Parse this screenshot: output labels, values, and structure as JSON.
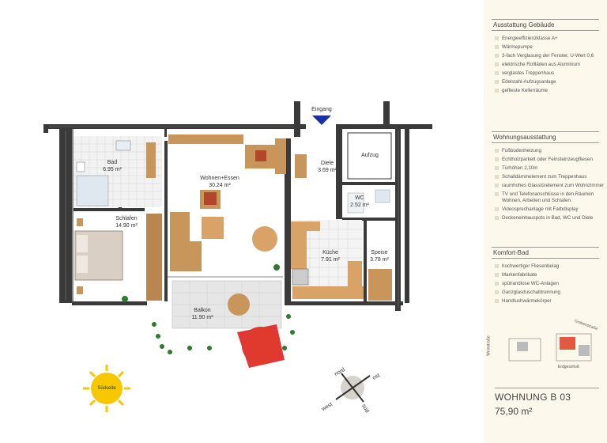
{
  "plan": {
    "entrance": "Eingang",
    "rooms": {
      "bad_name": "Bad",
      "bad_area": "6.95 m²",
      "wohnen_name": "Wohnen+Essen",
      "wohnen_area": "30.24 m²",
      "diele_name": "Diele",
      "diele_area": "3.69 m²",
      "aufzug_name": "Aufzug",
      "wc_name": "WC",
      "wc_area": "2.52 m²",
      "schlafen_name": "Schlafen",
      "schlafen_area": "14.90 m²",
      "kueche_name": "Küche",
      "kueche_area": "7.91 m²",
      "speise_name": "Speise",
      "speise_area": "3.78 m²",
      "balkon_name": "Balkon",
      "balkon_area": "11.90 m²"
    },
    "sun_label": "Südseite",
    "compass": {
      "n": "nord",
      "o": "ost",
      "s": "süd",
      "w": "west"
    }
  },
  "sidebar": {
    "gebaeude": {
      "title": "Ausstattung Gebäude",
      "items": [
        "Energieeffizienzklasse A+",
        "Wärmepumpe",
        "3-fach Verglasung der Fenster, U-Wert 0,6",
        "elektrische Rollläden aus Aluminium",
        "verglastes Treppenhaus",
        "Edelstahl-Aufzugsanlage",
        "geflieste Kellerräume"
      ]
    },
    "wohnung": {
      "title": "Wohnungsausstattung",
      "items": [
        "Fußbodenheizung",
        "Echtholzparkett oder Feinsteinzeugfliesen",
        "Türhöhen 2,10m",
        "Schalldämmelement zum Treppenhaus",
        "raumhohes Glasstürelement zum Wohnzimmer",
        "TV und Telefonanschlüsse in den Räumen Wohnen, Arbeiten und Schlafen",
        "Videosprechanlage mit Farbdisplay",
        "Deckeneinbauspots in Bad, WC und Diele"
      ]
    },
    "bad": {
      "title": "Komfort-Bad",
      "items": [
        "hochwertiger Fliesenbelag",
        "Markenfabrikate",
        "spülrandlose WC-Anlagen",
        "Ganzglasduschabtrennung",
        "Handtuchwärmekörper"
      ]
    },
    "keyplan": {
      "street1": "Weinstraße",
      "street2": "Grabenstraße",
      "floor": "Erdgeschoß"
    },
    "unit_title": "WOHNUNG  B 03",
    "unit_area": "75,90 m²"
  },
  "colors": {
    "wall": "#3a3a3a",
    "wood": "#c8965a",
    "floor": "#ffffff",
    "entrance_arrow": "#1a2fa0",
    "sidebar_bg": "#fdf8ec"
  }
}
